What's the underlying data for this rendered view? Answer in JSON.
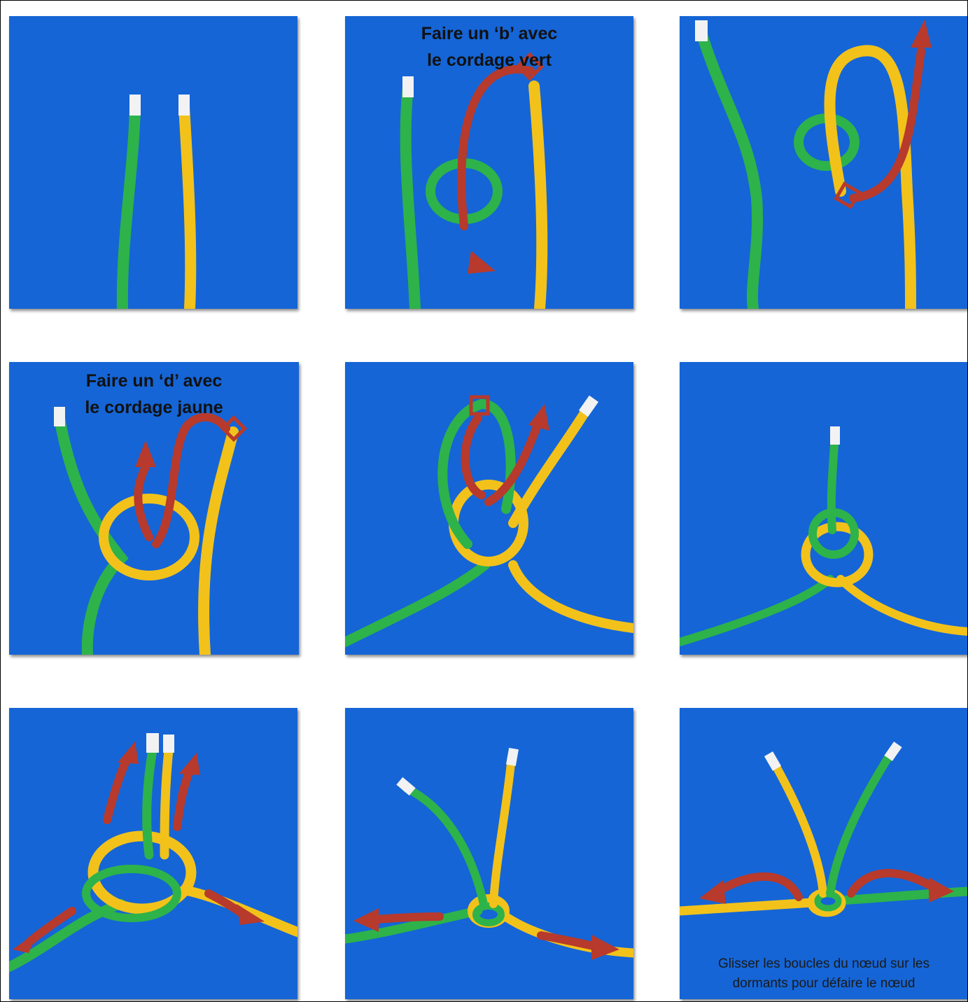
{
  "document": {
    "title": "",
    "colors": {
      "background": "#1565d6",
      "rope_green": "#2db34a",
      "rope_yellow": "#f2c21b",
      "arrow": "#b73a2c"
    },
    "panels": [
      {
        "step": 1,
        "caption_lines": []
      },
      {
        "step": 2,
        "caption_lines": [
          "Faire un ‘b’ avec",
          "le cordage vert"
        ]
      },
      {
        "step": 3,
        "caption_lines": []
      },
      {
        "step": 4,
        "caption_lines": [
          "Faire un ‘d’ avec",
          "le cordage jaune"
        ]
      },
      {
        "step": 5,
        "caption_lines": []
      },
      {
        "step": 6,
        "caption_lines": []
      },
      {
        "step": 7,
        "caption_lines": []
      },
      {
        "step": 8,
        "caption_lines": []
      },
      {
        "step": 9,
        "caption_lines": [
          "Glisser les boucles du nœud sur les",
          "dormants pour défaire le nœud"
        ]
      }
    ]
  }
}
